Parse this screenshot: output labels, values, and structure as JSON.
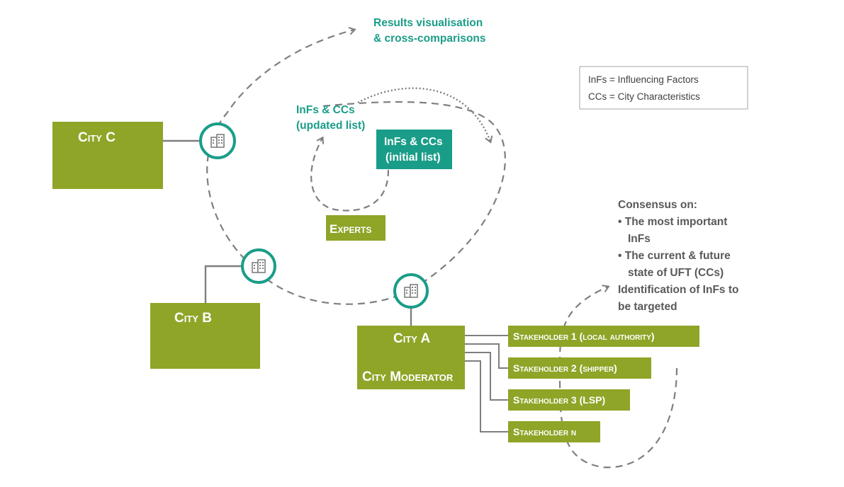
{
  "colors": {
    "olive": "#8ea528",
    "teal": "#1a9d88",
    "dashed_line": "#7f7f7f",
    "connector": "#7f7f7f",
    "text_gray": "#595959"
  },
  "icons": [
    "building-icon"
  ],
  "results": {
    "line1": "Results visualisation",
    "line2": "& cross-comparisons"
  },
  "legend": {
    "line1": "InFs = Influencing Factors",
    "line2": "CCs = City Characteristics"
  },
  "updated_list": {
    "line1": "InFs & CCs",
    "line2": "(updated list)"
  },
  "initial_list": {
    "line1": "InFs & CCs",
    "line2": "(initial list)"
  },
  "experts": "Experts",
  "cities": {
    "c": "City C",
    "b": "City B",
    "a": "City A",
    "moderator": "City Moderator"
  },
  "stakeholders": [
    "Stakeholder  1 (local authority)",
    "Stakeholder  2 (shipper)",
    "Stakeholder  3 (LSP)",
    "Stakeholder  n"
  ],
  "consensus": {
    "line1": "Consensus on:",
    "line2": "• The most important",
    "line3": "InFs",
    "line4": "• The current & future",
    "line5": "state of UFT (CCs)",
    "line6": "Identification of InFs to",
    "line7": "be targeted"
  }
}
